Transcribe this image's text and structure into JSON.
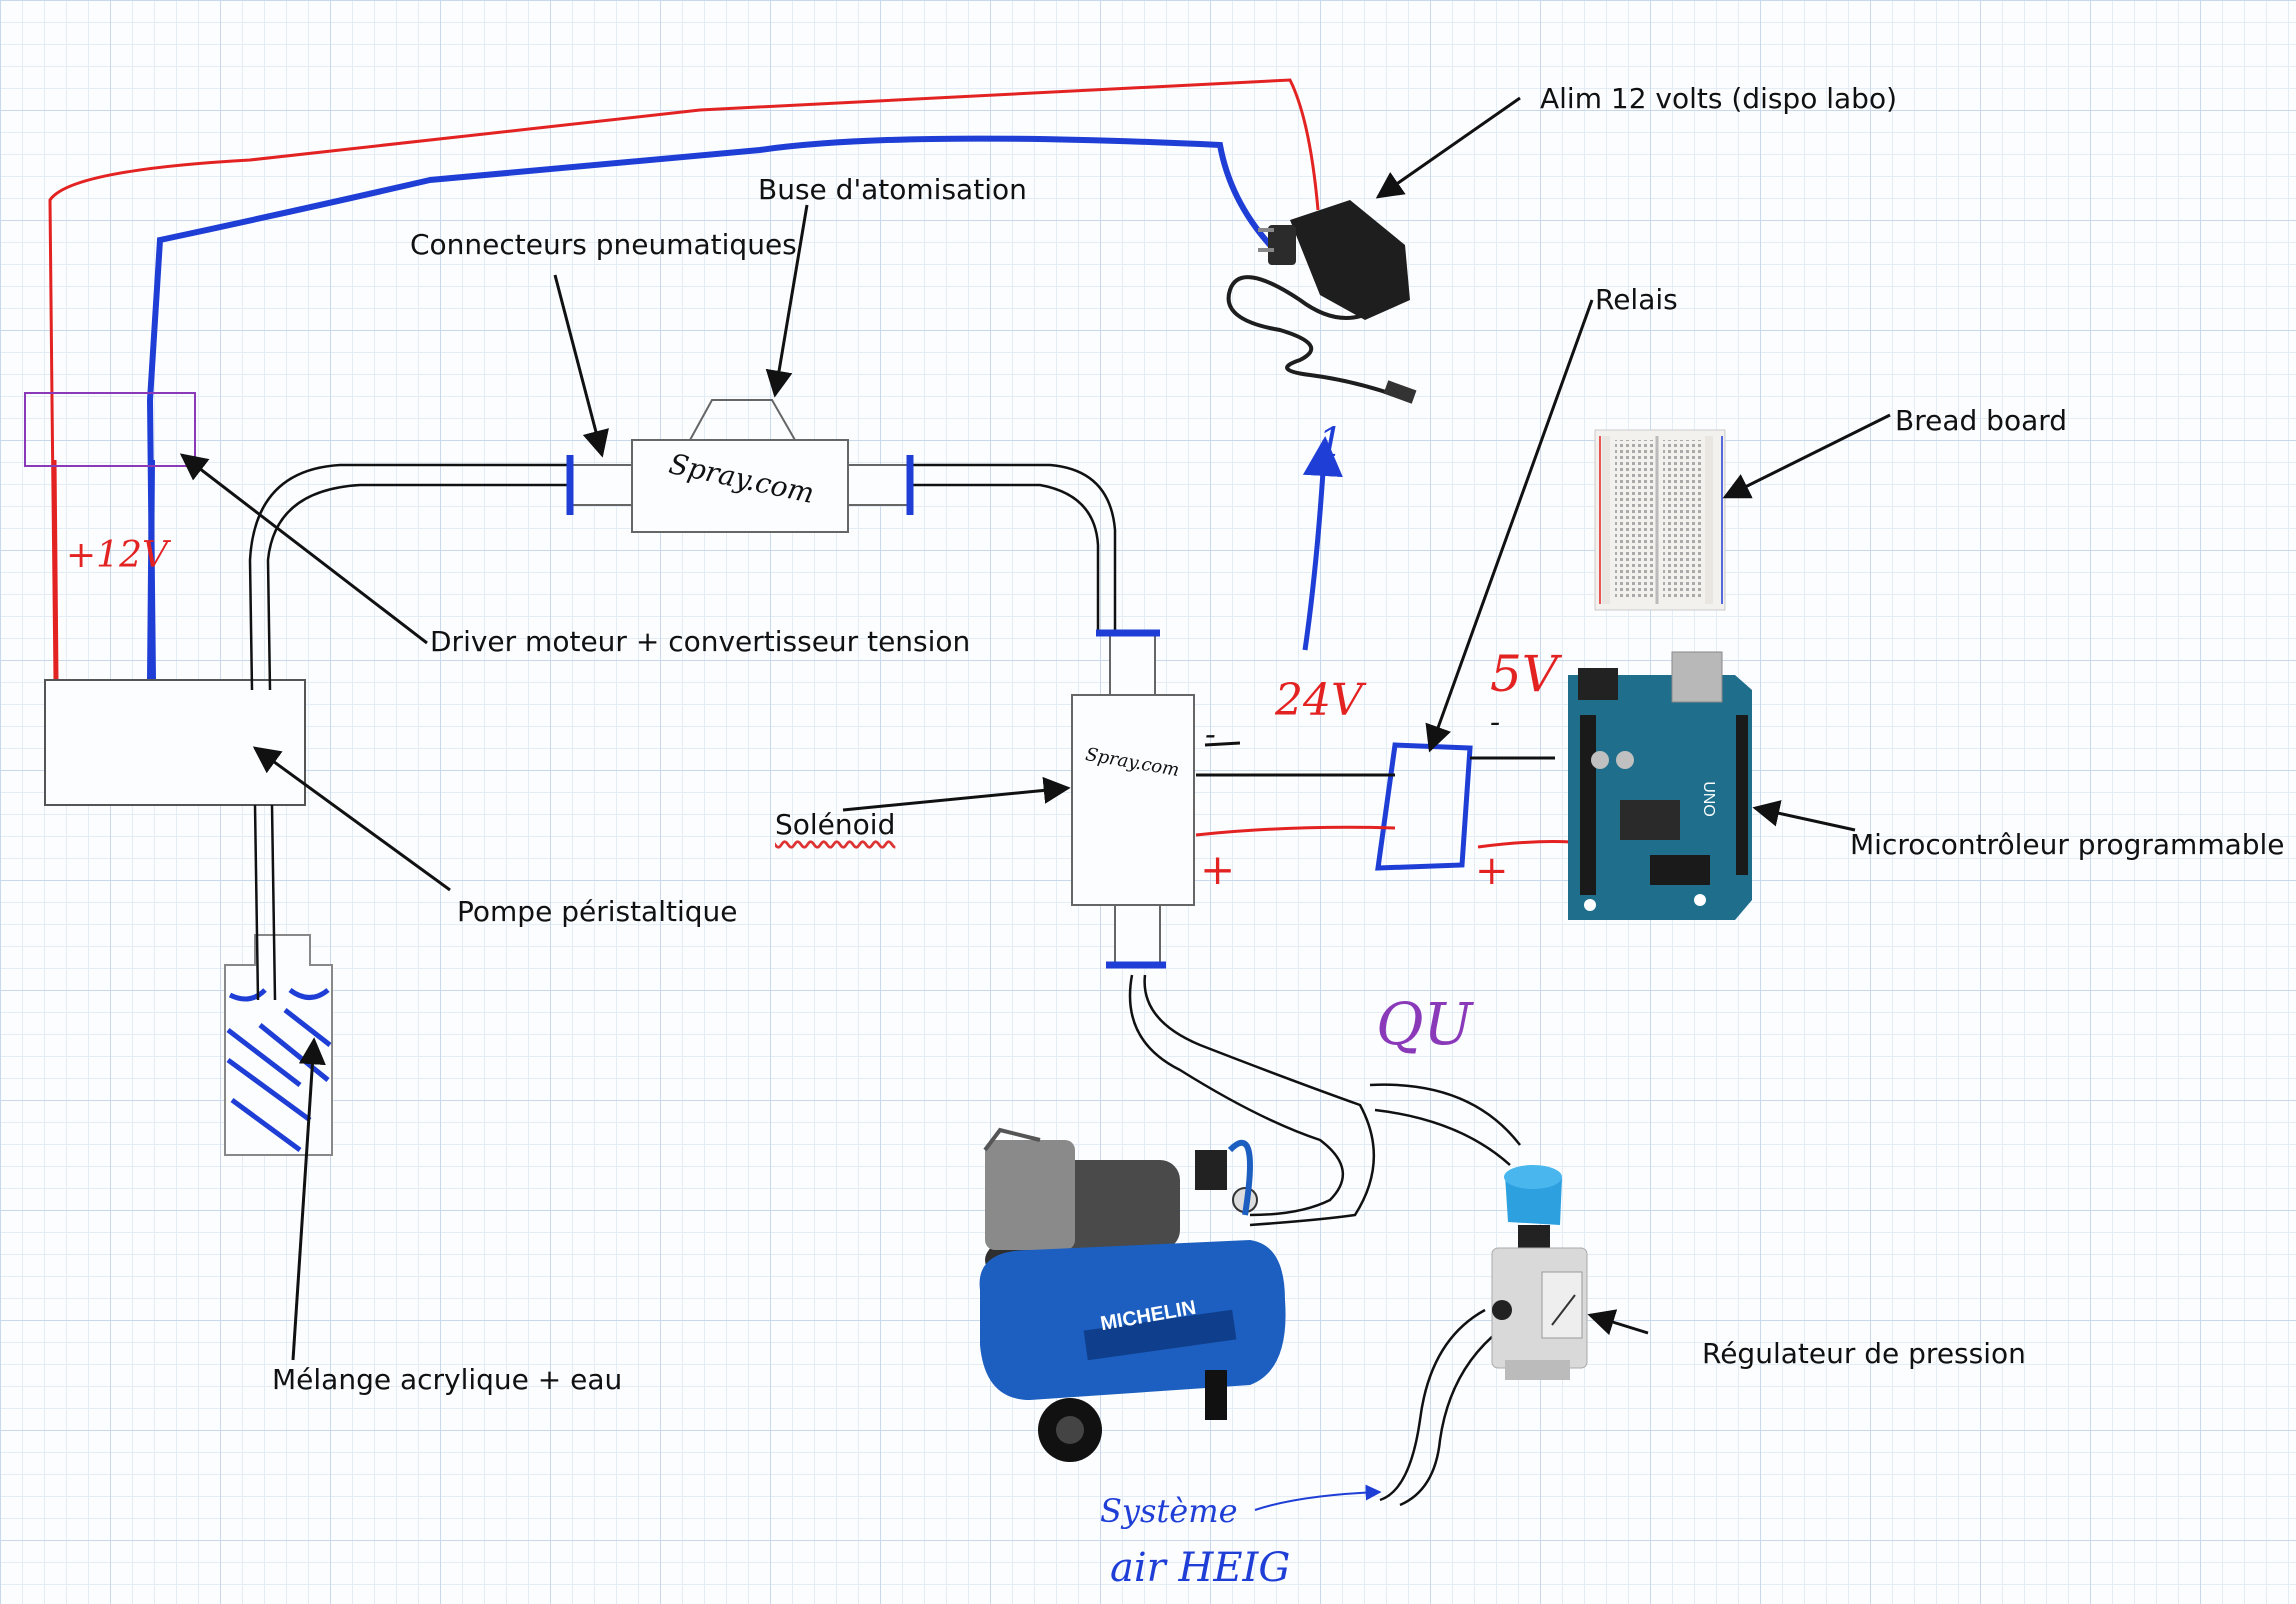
{
  "labels": {
    "alim": "Alim 12 volts (dispo labo)",
    "buse": "Buse d'atomisation",
    "connecteurs": "Connecteurs pneumatiques",
    "relais": "Relais",
    "breadboard": "Bread board",
    "driver": "Driver moteur + convertisseur tension",
    "solenoid": "Solénoid",
    "pompe": "Pompe péristaltique",
    "micro": "Microcontrôleur programmable",
    "melange": "Mélange acrylique + eau",
    "regulateur": "Régulateur de pression"
  },
  "handwritten": {
    "v12": "+12V",
    "v24": "24V",
    "v5": "5V",
    "qu": "QU",
    "systeme1": "Système",
    "systeme2": "air HEIG",
    "spray1": "Spray.com",
    "spray2": "Spray.com",
    "michelin": "MICHELIN",
    "uno": "UNO",
    "plus1": "+",
    "plus2": "+",
    "minus1": "-",
    "minus2": "-",
    "one": "1"
  },
  "colors": {
    "red_wire": "#e32222",
    "blue_wire": "#1f3ed6",
    "hose": "#111111",
    "purple": "#8a3ab9",
    "arduino": "#1e6e8c",
    "compressor": "#1c5fc0",
    "regulator_cap": "#2da0e0"
  },
  "icons": [
    "power-adapter-icon",
    "breadboard-icon",
    "arduino-board-icon",
    "air-compressor-icon",
    "pressure-regulator-icon",
    "liquid-container-icon"
  ]
}
